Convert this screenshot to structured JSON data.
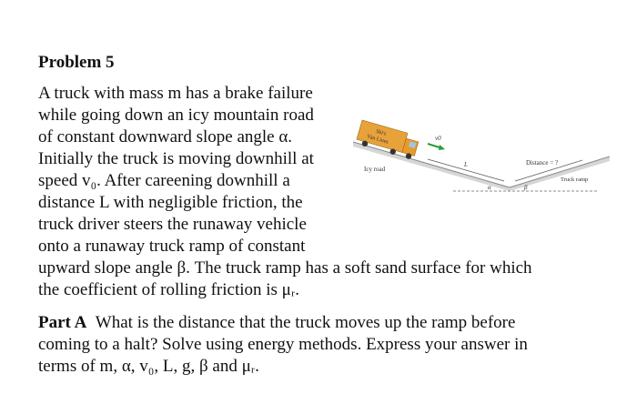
{
  "problem": {
    "title": "Problem 5",
    "lines": [
      "A truck with mass m has a brake failure",
      "while going down an icy mountain road",
      "of constant downward slope angle α.",
      "Initially the truck is moving downhill at",
      "speed v₀. After careening downhill a",
      "distance L with negligible friction, the",
      "truck driver steers the runaway vehicle",
      "onto a runaway truck ramp of constant",
      "upward slope angle β. The truck ramp has a soft sand surface for which",
      "the coefficient of rolling friction is μᵣ."
    ],
    "part_a": {
      "label": "Part A",
      "lines": [
        "What is the distance that the truck moves up the ramp before",
        "coming to a halt? Solve using energy methods.  Express your answer in",
        "terms of m, α, v₀, L, g, β and μᵣ."
      ]
    }
  },
  "figure": {
    "truck_text_1": "Ski's",
    "truck_text_2": "Van Lines",
    "velocity_label": "v0",
    "icy_road_label": "Icy road",
    "distance_L_label": "L",
    "distance_label": "Distance = ?",
    "truck_ramp_label": "Truck ramp",
    "alpha_label": "α",
    "beta_label": "β",
    "colors": {
      "truck_body": "#e8a23a",
      "truck_cab": "#e89a2a",
      "velocity_arrow": "#2e9a3a",
      "ground": "#cfcfcf"
    }
  }
}
